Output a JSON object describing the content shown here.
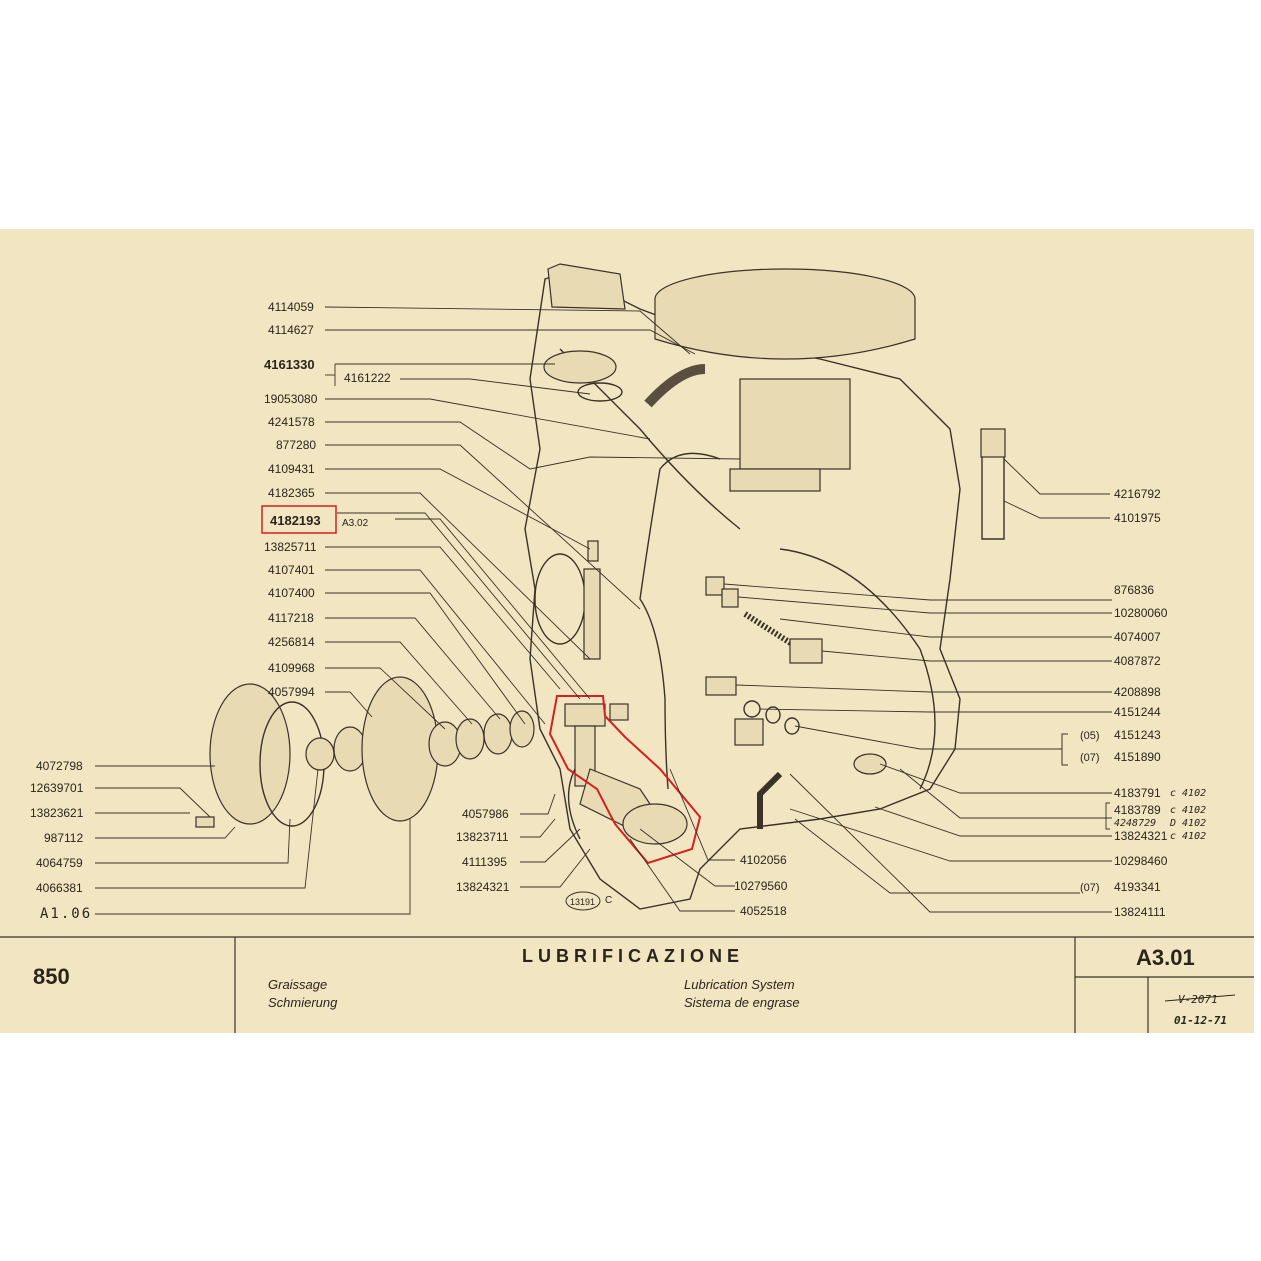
{
  "drawing": {
    "left_top": [
      "4114059",
      "4114627",
      "4161330",
      "4161222",
      "19053080",
      "4241578",
      "877280",
      "4109431",
      "4182365"
    ],
    "highlighted_part": "4182193",
    "highlighted_ref": "A3.02",
    "left_mid": [
      "13825711",
      "4107401",
      "4107400",
      "4117218",
      "4256814",
      "4109968",
      "4057994"
    ],
    "left_bottom": [
      "4072798",
      "12639701",
      "13823621",
      "987112",
      "4064759",
      "4066381"
    ],
    "corner_ref": "A1.06",
    "center_bottom": [
      "4057986",
      "13823711",
      "4111395",
      "13824321"
    ],
    "stamp": "13191",
    "stamp_suffix": "C",
    "right_top": [
      "4216792",
      "4101975"
    ],
    "right_list": [
      "876836",
      "10280060",
      "4074007",
      "4087872",
      "4208898",
      "4151244"
    ],
    "right_group": [
      {
        "code": "(05)",
        "part": "4151243"
      },
      {
        "code": "(07)",
        "part": "4151890"
      }
    ],
    "right_lower": [
      {
        "part": "4183791",
        "note": "c 4102"
      },
      {
        "part": "4183789",
        "note": "c 4102"
      },
      {
        "part": "4248729",
        "note": "D 4102"
      },
      {
        "part": "13824321",
        "note": "c 4102"
      }
    ],
    "right_bottom": [
      "10298460",
      "4193341",
      "13824111"
    ],
    "right_bottom_code": "(07)",
    "bottom_right_center": [
      "4102056",
      "10279560",
      "4052518"
    ]
  },
  "titleblock": {
    "model": "850",
    "title": "LUBRIFICAZIONE",
    "fr": "Graissage",
    "de": "Schmierung",
    "en": "Lubrication System",
    "es": "Sistema de engrase",
    "sheet": "A3.01",
    "hand_sig": "V-2071",
    "hand_date": "01-12-71"
  },
  "colors": {
    "paper": "#f2e6c2",
    "ink": "#3a3128",
    "highlight": "#d42020"
  }
}
